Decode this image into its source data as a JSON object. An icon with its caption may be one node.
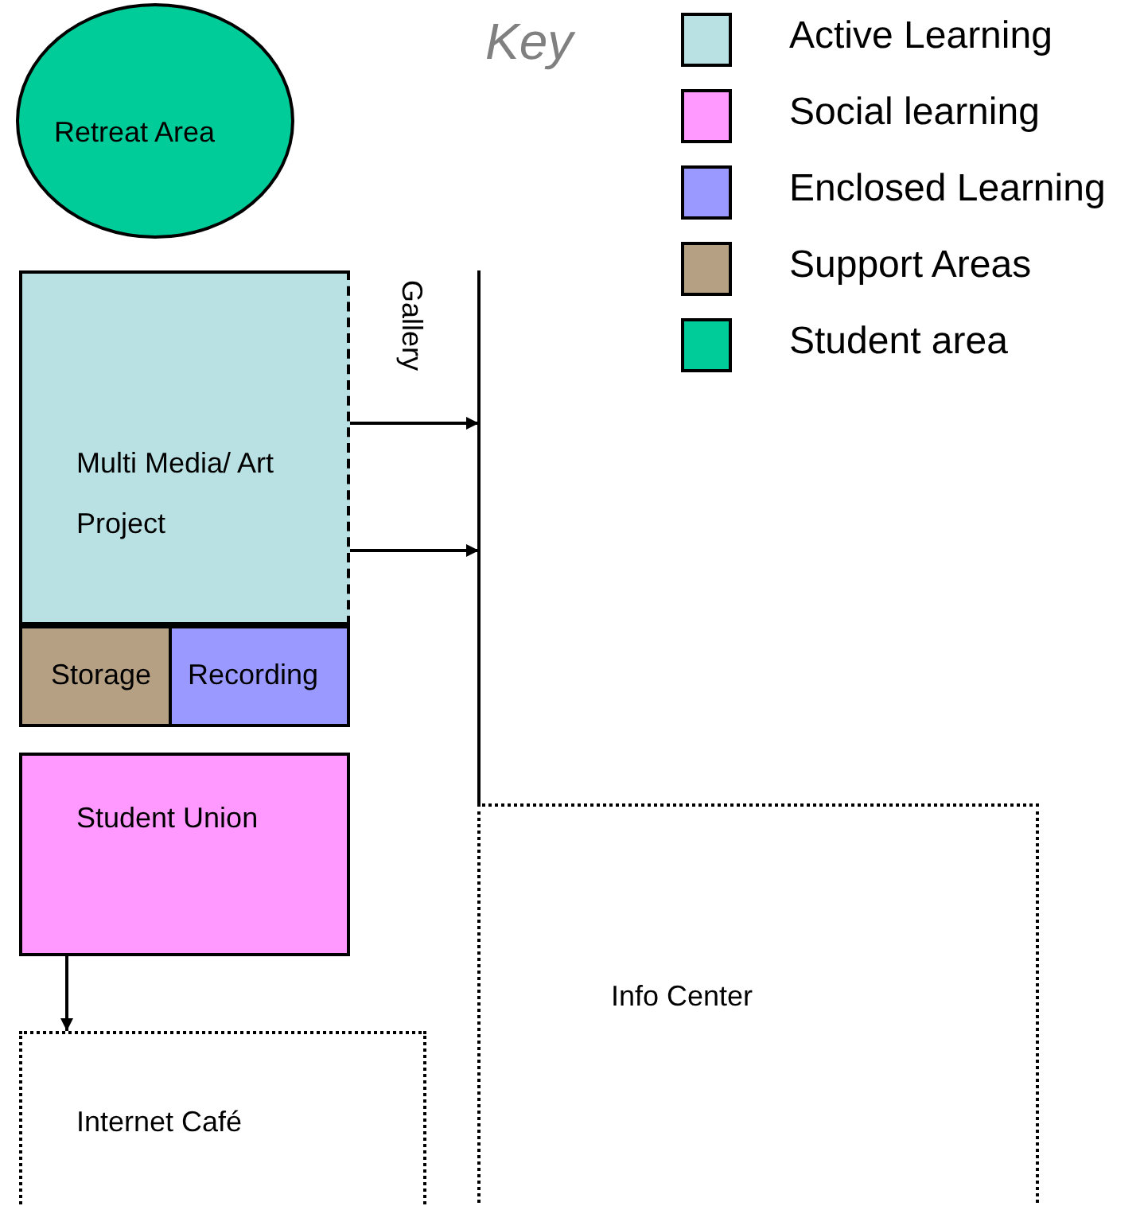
{
  "diagram": {
    "nodes": [
      {
        "text": [
          "Retreat Area"
        ]
      },
      {
        "text": [
          "Multi Media/ Art Project"
        ]
      },
      {
        "text": [
          "Storage"
        ]
      },
      {
        "text": [
          "Recording"
        ]
      },
      {
        "text": [
          "Gallery"
        ]
      },
      {
        "text": [
          "Student Union"
        ]
      },
      {
        "text": [
          "Internet Café"
        ]
      },
      {
        "text": [
          "Info Center"
        ]
      }
    ],
    "edges": [
      {
        "from": 1,
        "to": 4,
        "arrow": "to"
      },
      {
        "from": 1,
        "to": 4,
        "arrow": "to"
      },
      {
        "from": 5,
        "to": 6,
        "arrow": "to"
      }
    ],
    "labels": [
      "Key"
    ],
    "legend": [
      {
        "text": "Active Learning",
        "color": "#b9e0e3"
      },
      {
        "text": "Social learning",
        "color": "#ff99ff"
      },
      {
        "text": "Enclosed Learning",
        "color": "#9999ff"
      },
      {
        "text": "Support Areas",
        "color": "#b5a084"
      },
      {
        "text": "Student area",
        "color": "#00cc99"
      }
    ]
  }
}
